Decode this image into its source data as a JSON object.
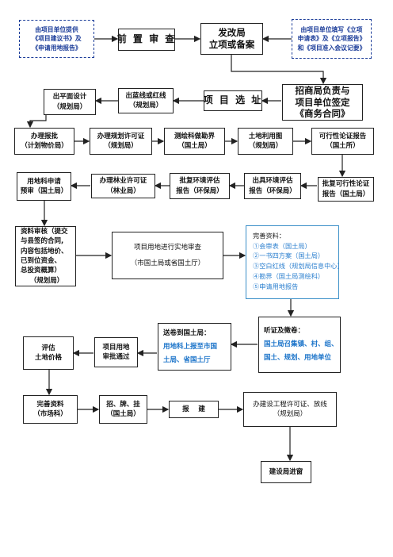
{
  "nodes": {
    "n_proposal": [
      "由项目单位提供",
      "《项目建议书》及",
      "《申请用地报告》"
    ],
    "n_prereview": [
      "前 置 审 查"
    ],
    "n_ndrc": [
      "发改局",
      "立项或备案"
    ],
    "n_fill": [
      "由项目单位填写《立项",
      "申请表》及《立项报告》",
      "和《项目准入会议记要》"
    ],
    "n_invest": [
      "招商局负责与",
      "项目单位签定",
      "《商务合同》"
    ],
    "n_site": [
      "项 目 选 址"
    ],
    "n_redline": [
      "出蓝线或红线",
      "（规划局）"
    ],
    "n_plandesign": [
      "出平面设计",
      "（规划局）"
    ],
    "n_approve": [
      "办理报批",
      "（计划物价局）"
    ],
    "n_planpermit": [
      "办理规划许可证",
      "（规划局）"
    ],
    "n_survey": [
      "测绘科做勘界",
      "（国土局）"
    ],
    "n_landuse": [
      "土地利用图",
      "（规划局）"
    ],
    "n_feasreport": [
      "可行性论证报告",
      "（国土所）"
    ],
    "n_feasapprove": [
      "批复可行性论证",
      "报告（国土局）"
    ],
    "n_envissue": [
      "出具环境评估",
      "报告（环保局）"
    ],
    "n_envapprove": [
      "批复环境评估",
      "报告（环保局）"
    ],
    "n_forestry": [
      "办理林业许可证",
      "（林业局）"
    ],
    "n_landprecheck": [
      "用地科申请",
      "预审（国土局）"
    ],
    "n_review": [
      "资料审核（提交",
      "与县签的合同,",
      "内容包括地价、",
      "已到位资金、",
      "总投资概算）",
      "（规划局）"
    ],
    "n_landreview": [
      "项目用地进行实地审查",
      "（市国土局或省国土厅）"
    ],
    "n_hearing": [
      "听证及徵卷：",
      "国土局召集镇、村、组、",
      "国土、规划、用地单位"
    ],
    "n_send": [
      "送卷到国土局：",
      "用地科上报至市国",
      "土局、省国土厅"
    ],
    "n_approved": [
      "项目用地",
      "审批通过"
    ],
    "n_evalprice": [
      "评估",
      "土地价格"
    ],
    "n_complete": [
      "完善资料",
      "（市场科）"
    ],
    "n_auction": [
      "招、牌、挂",
      "（国土局）"
    ],
    "n_build": [
      "报    建"
    ],
    "n_construct": [
      "办建设工程许可证、放线",
      "（规划局）"
    ],
    "n_enter": [
      "建设局进窗"
    ]
  },
  "supplement": {
    "title": "完善资料：",
    "items": [
      "①会审表（国土局）",
      "②一书四方案（国土局）",
      "③空白红线（规划局信息中心）",
      "④勘界（国土局测绘科）",
      "⑤申请用地报告"
    ]
  },
  "colors": {
    "blue_text": "#1a73c9",
    "dashed_border": "#1d3e9a",
    "supp_border": "#3a8fc8"
  }
}
